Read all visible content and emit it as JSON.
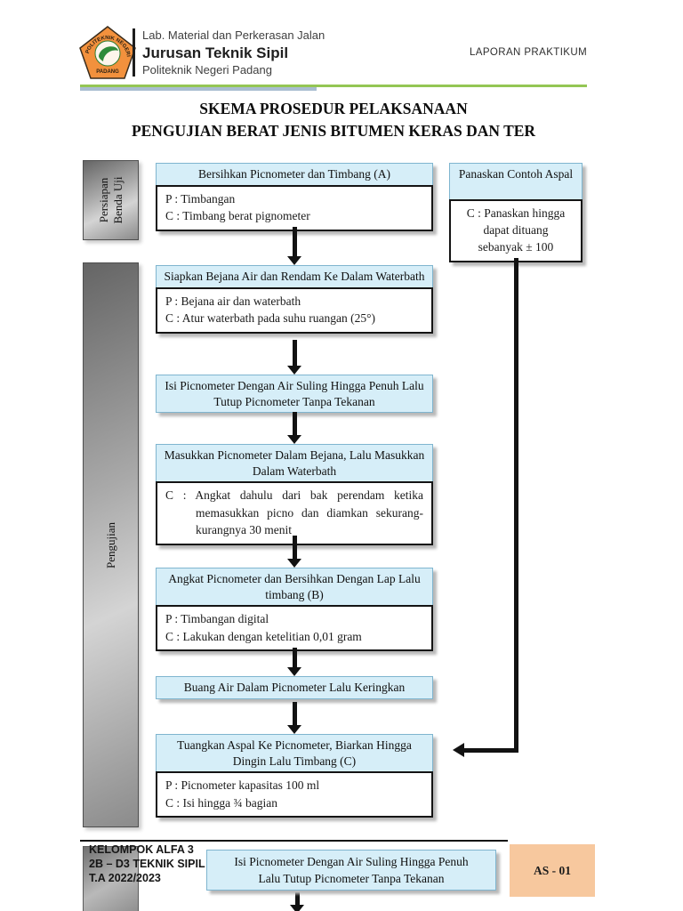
{
  "header": {
    "lab": "Lab. Material dan Perkerasan Jalan",
    "department": "Jurusan Teknik Sipil",
    "institution": "Politeknik Negeri Padang",
    "doc_type": "LAPORAN PRAKTIKUM",
    "logo": {
      "top_text": "POLITEKNIK NEGERI",
      "bottom_text": "PADANG"
    }
  },
  "title": {
    "line1": "SKEMA PROSEDUR PELAKSANAAN",
    "line2": "PENGUJIAN BERAT JENIS BITUMEN KERAS DAN TER"
  },
  "stages": [
    {
      "line1": "Persiapan",
      "line2": "Benda Uji"
    },
    {
      "line1": "Pengujian",
      "line2": ""
    }
  ],
  "flow": {
    "boxes": [
      {
        "title": "Bersihkan Picnometer dan Timbang (A)",
        "lines": [
          "P : Timbangan",
          "C : Timbang berat pignometer"
        ]
      },
      {
        "title": "Siapkan Bejana Air dan Rendam Ke Dalam Waterbath",
        "lines": [
          "P : Bejana air dan waterbath",
          "C : Atur waterbath pada suhu ruangan (25°)"
        ]
      },
      {
        "title": "Isi Picnometer Dengan Air Suling Hingga Penuh Lalu Tutup Picnometer Tanpa Tekanan",
        "lines": []
      },
      {
        "title": "Masukkan Picnometer Dalam Bejana, Lalu Masukkan Dalam Waterbath",
        "lines": [
          "C : Angkat dahulu dari bak perendam ketika memasukkan picno dan diamkan sekurang-kurangnya 30 menit"
        ]
      },
      {
        "title": "Angkat Picnometer dan Bersihkan Dengan Lap Lalu timbang (B)",
        "lines": [
          "P : Timbangan digital",
          "C : Lakukan dengan ketelitian 0,01 gram"
        ]
      },
      {
        "title": "Buang Air Dalam Picnometer Lalu Keringkan",
        "lines": []
      },
      {
        "title": "Tuangkan Aspal Ke Picnometer, Biarkan Hingga Dingin Lalu Timbang (C)",
        "lines": [
          "P : Picnometer kapasitas 100 ml",
          "C : Isi hingga ¾ bagian"
        ]
      }
    ],
    "side_box": {
      "title": "Panaskan Contoh Aspal",
      "lines": [
        "C : Panaskan hingga",
        "dapat dituang",
        "sebanyak ± 100"
      ]
    },
    "overlay_box": {
      "lines": [
        "Isi Picnometer Dengan Air Suling Hingga Penuh",
        "Lalu Tutup Picnometer Tanpa Tekanan"
      ]
    }
  },
  "footer": {
    "group": "KELOMPOK ALFA 3",
    "class_label": "2B – D3 TEKNIK SIPIL",
    "academic_year": "T.A 2022/2023",
    "code": "AS - 01"
  },
  "colors": {
    "box_header_fill": "#d6eef8",
    "box_header_border": "#7fb5cf",
    "box_body_border": "#141414",
    "accent_green_rule": "#94c654",
    "accent_blue_rule": "#a9bdd0",
    "code_box_fill": "#f7c89e",
    "stage_gray_dark": "#656565",
    "stage_gray_light": "#d4d4d4",
    "logo_orange": "#f2913d",
    "logo_green": "#2e8b3a",
    "arrow_black": "#121212"
  }
}
